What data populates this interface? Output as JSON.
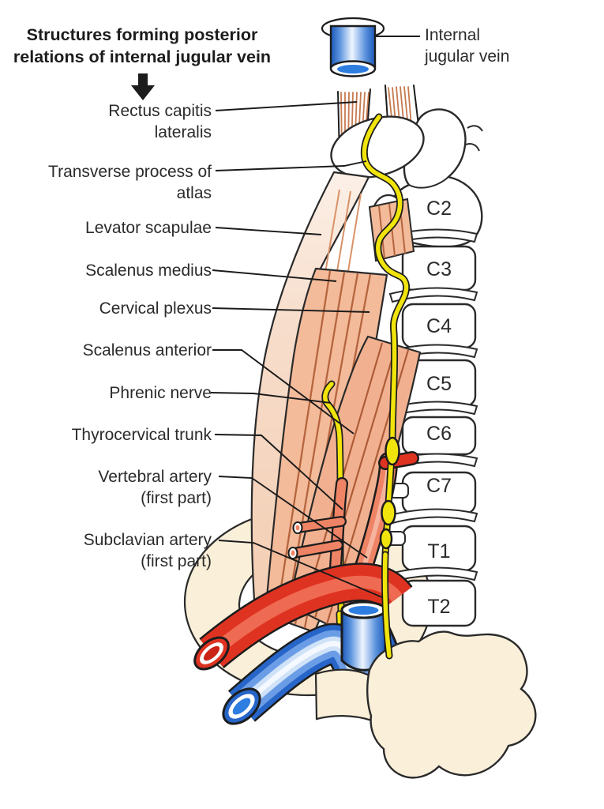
{
  "title": {
    "text": "Structures forming posterior\nrelations of internal jugular vein"
  },
  "legend": {
    "label": "Internal\njugular vein"
  },
  "labels": {
    "rectus_capitis": "Rectus capitis\nlateralis",
    "transverse_process": "Transverse process of\natlas",
    "levator_scapulae": "Levator scapulae",
    "scalenus_medius": "Scalenus medius",
    "cervical_plexus": "Cervical plexus",
    "scalenus_anterior": "Scalenus anterior",
    "phrenic_nerve": "Phrenic nerve",
    "thyrocervical_trunk": "Thyrocervical trunk",
    "vertebral_artery": "Vertebral artery\n(first part)",
    "subclavian_artery": "Subclavian artery\n(first part)"
  },
  "vertebrae": [
    "C2",
    "C3",
    "C4",
    "C5",
    "C6",
    "C7",
    "T1",
    "T2"
  ],
  "colors": {
    "artery_red": "#df3322",
    "vein_blue": "#2766c8",
    "nerve_yellow": "#f0e40c",
    "muscle_salmon": "#f3bb9a",
    "muscle_pale": "#f9e6d8",
    "bone_cream": "#faefd9",
    "outline": "#2a2a2a"
  }
}
